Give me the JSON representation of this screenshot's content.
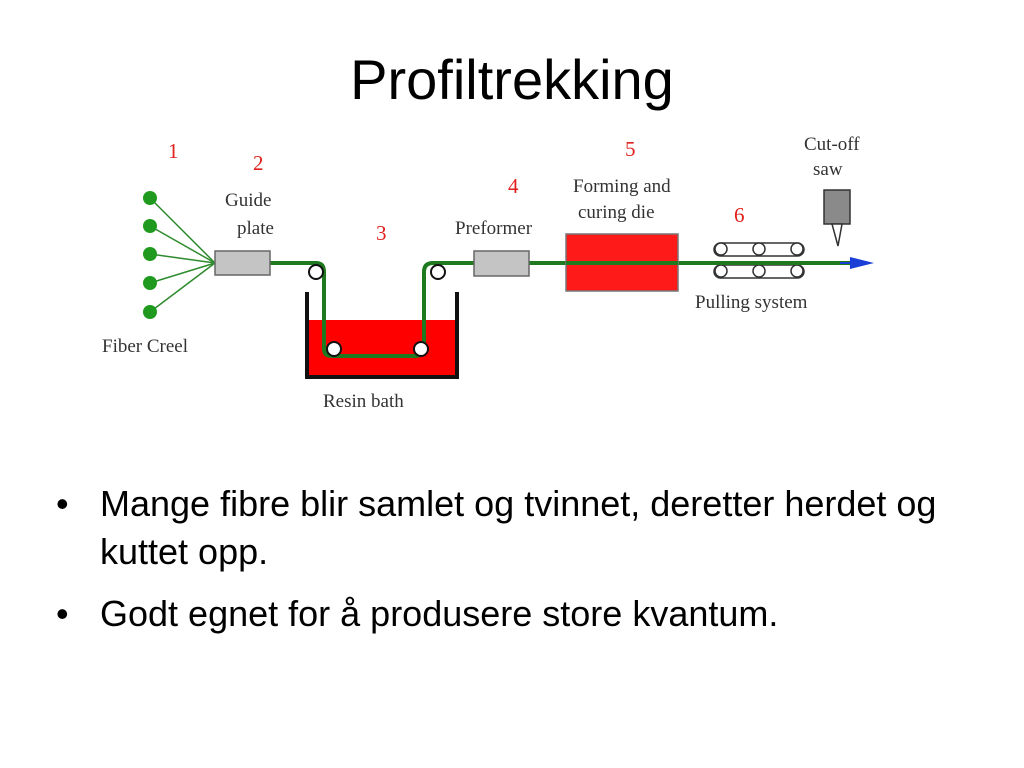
{
  "slide": {
    "title": "Profiltrekking"
  },
  "diagram": {
    "steps": [
      "1",
      "2",
      "3",
      "4",
      "5",
      "6"
    ],
    "labels": {
      "fiber_creel": "Fiber Creel",
      "guide_plate_1": "Guide",
      "guide_plate_2": "plate",
      "resin_bath": "Resin bath",
      "preformer": "Preformer",
      "forming_1": "Forming and",
      "forming_2": "curing die",
      "pulling_system": "Pulling system",
      "cutoff_1": "Cut-off",
      "cutoff_2": "saw"
    },
    "colors": {
      "fiber": "#1f7a1f",
      "resin": "#ff0000",
      "die": "#ff1a1a",
      "step_number": "#e0201c",
      "arrow": "#1a3fd6",
      "guide": "#bfbfbf"
    }
  },
  "bullets": [
    "Mange fibre blir samlet og tvinnet, deretter herdet og kuttet opp.",
    "Godt egnet for å produsere store kvantum."
  ]
}
